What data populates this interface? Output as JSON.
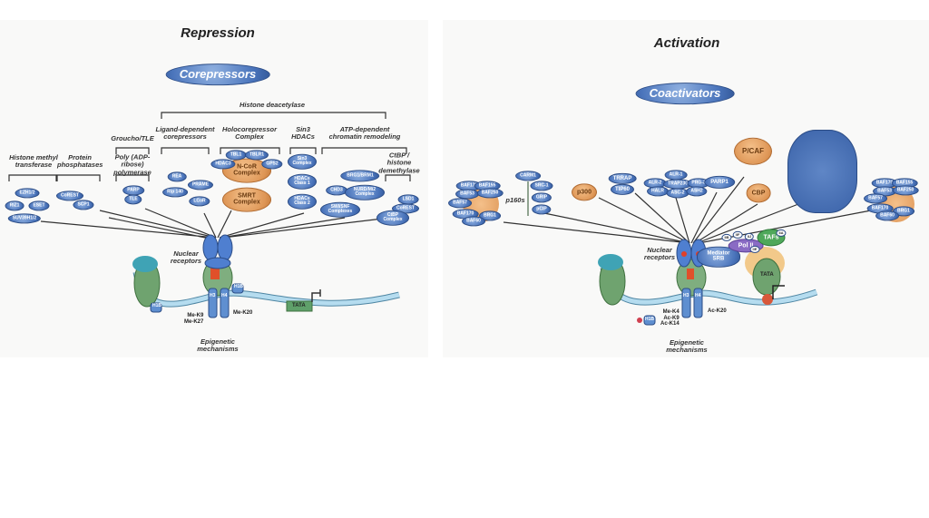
{
  "repression": {
    "title": "Repression",
    "corepressors": "Corepressors",
    "histone_deacetylase": "Histone deacetylase",
    "groups": {
      "hmt": "Histone methyl transferase",
      "phosphatases": "Protein phosphatases",
      "groucho": "Groucho/TLE",
      "parp": "Poly (ADP-ribose) polymerase",
      "ligand": "Ligand-dependent corepressors",
      "holo": "Holocorepressor Complex",
      "sin3": "Sin3 HDACs",
      "atp": "ATP-dependent chromatin remodeling",
      "ctbp": "CtBP / histone demethylase"
    },
    "proteins": {
      "ezh": "EZH1/2",
      "riz1": "RIZ1",
      "eset": "ESET",
      "suv": "SUV39H1/2",
      "corest": "CoREST",
      "scp1": "SCP1",
      "parp": "PARP",
      "tle": "TLE",
      "rea": "REA",
      "rip140": "Rip 140",
      "prame": "PRAME",
      "lcor": "LCoR",
      "tbl1": "TBL1",
      "tblr1": "TBLR1",
      "hdac3": "HDAC3",
      "gps2": "GPS2",
      "ncor": "N-CoR Complex",
      "smrt": "SMRT Complex",
      "sin3": "Sin3 Complex",
      "hdac1": "HDACs Class 1",
      "hdac2": "HDACs Class 2",
      "brg1": "BRG1/BRM1",
      "chd3": "CHD3",
      "nurd": "NURD/Mi2 Complex",
      "swisnf": "SWI/SNF Complexes",
      "lsd1": "LSD1",
      "corest2": "CoREST",
      "ctbp": "CtBP Complex"
    },
    "nuclear_receptors": "Nuclear receptors",
    "h1b_a": "H1B",
    "h1b_b": "H1B",
    "h3": "H3",
    "h4": "H4",
    "mods_left": "Me-K9\nMe-K27",
    "mods_right": "Me-K20",
    "tata": "TATA",
    "epigenetic": "Epigenetic mechanisms"
  },
  "activation": {
    "title": "Activation",
    "coactivators": "Coactivators",
    "p160s": "p160s",
    "proteins": {
      "baf1": [
        "BAF170",
        "BAF155",
        "BAF53",
        "BAF250",
        "BAF57",
        "BAF170",
        "BRG1",
        "BAF60"
      ],
      "carm1": "CARM1",
      "src1": "SRC-1",
      "grip": "GRIP",
      "pcip": "pCIP",
      "p300": "p300",
      "trrap": "TRRAP",
      "tip60": "TIP60",
      "alr1": "ALR-1",
      "alr2": "ALR-2",
      "trap230": "TRAP230",
      "prg3": "PRG-3",
      "halr": "HALR",
      "asc2": "ASC-2",
      "ash2": "ASH2",
      "parp1": "PARP1",
      "pcaf": "P/CAF",
      "cbp": "CBP",
      "baf2": [
        "BAF170",
        "BAF155",
        "BAF53",
        "BAF250",
        "BAF57",
        "BAF170",
        "BRG1",
        "BAF60"
      ]
    },
    "nuclear_receptors": "Nuclear receptors",
    "mediator": "Mediator SRB",
    "pol2": "Pol II",
    "tafs": "TAFs",
    "tfs": [
      "IIB",
      "IIF",
      "IIJ",
      "IIE",
      "IIA"
    ],
    "tata": "TATA",
    "h1b": "H1B",
    "h3": "H3",
    "h4": "H4",
    "mods_left": "Me-K4\nAc-K9\nAc-K14",
    "mods_right": "Ac-K20",
    "epigenetic": "Epigenetic mechanisms"
  },
  "colors": {
    "protein_blue": "#4a74bb",
    "complex_orange": "#de9656",
    "dna": "#a9d2e6",
    "histone_green": "#5e9a5e",
    "tata_green": "#5c9a60"
  }
}
